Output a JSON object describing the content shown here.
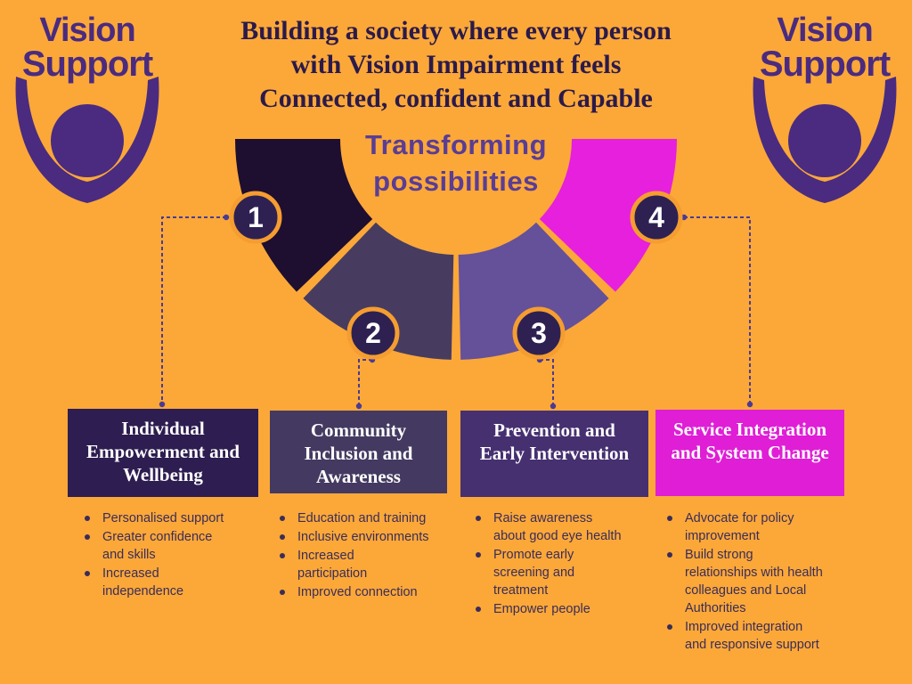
{
  "logo": {
    "line1": "Vision",
    "line2": "Support"
  },
  "header": {
    "title": "Building a society where every person\nwith Vision Impairment feels\nConnected, confident and Capable"
  },
  "fan": {
    "center_label": "Transforming\npossibilities"
  },
  "colors": {
    "background_orange": "#fba839",
    "logo_purple": "#4a2b80",
    "title_text": "#2b1a4a",
    "center_label_text": "#5a3d94",
    "badge_fill": "#2e2152",
    "badge_ring": "#f59d30",
    "connector": "#4b3a95",
    "bullet_text": "#3b2c58",
    "box_text": "#ffffff"
  },
  "columns": [
    {
      "number": "1",
      "segment_color": "#1e0e30",
      "box_color": "#2e1d50",
      "title": "Individual\nEmpowerment and\nWellbeing",
      "items": [
        "Personalised support",
        "Greater confidence\nand skills",
        "Increased\nindependence"
      ]
    },
    {
      "number": "2",
      "segment_color": "#473c60",
      "box_color": "#443a61",
      "title": "Community\nInclusion and\nAwareness",
      "items": [
        "Education and training",
        "Inclusive environments",
        "Increased\nparticipation",
        "Improved connection"
      ]
    },
    {
      "number": "3",
      "segment_color": "#65509a",
      "box_color": "#463070",
      "title": "Prevention and\nEarly Intervention",
      "items": [
        "Raise awareness\nabout good eye health",
        "Promote early\nscreening and\ntreatment",
        "Empower people"
      ]
    },
    {
      "number": "4",
      "segment_color": "#e620dc",
      "box_color": "#df1ed6",
      "title": "Service Integration\nand System Change",
      "items": [
        "Advocate for policy\nimprovement",
        "Build strong\nrelationships with health\ncolleagues and Local\nAuthorities",
        "Improved integration\nand responsive support"
      ]
    }
  ]
}
